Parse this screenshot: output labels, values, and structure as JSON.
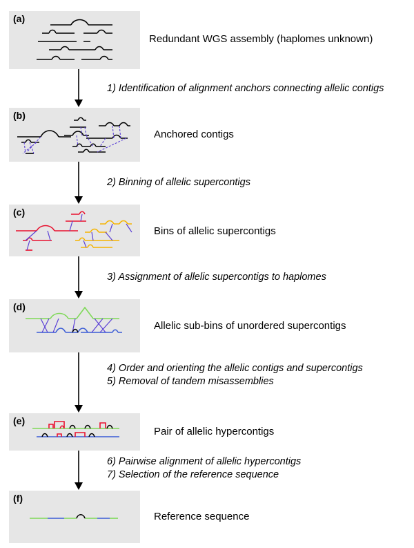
{
  "panels": [
    {
      "letter": "(a)",
      "label": "Redundant WGS assembly (haplomes unknown)"
    },
    {
      "letter": "(b)",
      "label": "Anchored contigs"
    },
    {
      "letter": "(c)",
      "label": "Bins of allelic supercontigs"
    },
    {
      "letter": "(d)",
      "label": "Allelic sub-bins of unordered supercontigs"
    },
    {
      "letter": "(e)",
      "label": "Pair of allelic hypercontigs"
    },
    {
      "letter": "(f)",
      "label": "Reference sequence"
    }
  ],
  "steps": {
    "s1": "1) Identification of alignment anchors connecting allelic contigs",
    "s2": "2) Binning of allelic supercontigs",
    "s3": "3) Assignment of allelic supercontigs to haplomes",
    "s4": "4) Order and orienting the allelic contigs and supercontigs",
    "s5": "5) Removal of tandem misassemblies",
    "s6": "6) Pairwise alignment of allelic hypercontigs",
    "s7": "7) Selection of the reference sequence"
  },
  "colors": {
    "panel_bg": "#e6e6e6",
    "contig": "#000000",
    "anchor": "#5a3fd6",
    "red": "#e8102e",
    "orange": "#f5b400",
    "green": "#7ed957",
    "blue": "#3a5bd6"
  }
}
